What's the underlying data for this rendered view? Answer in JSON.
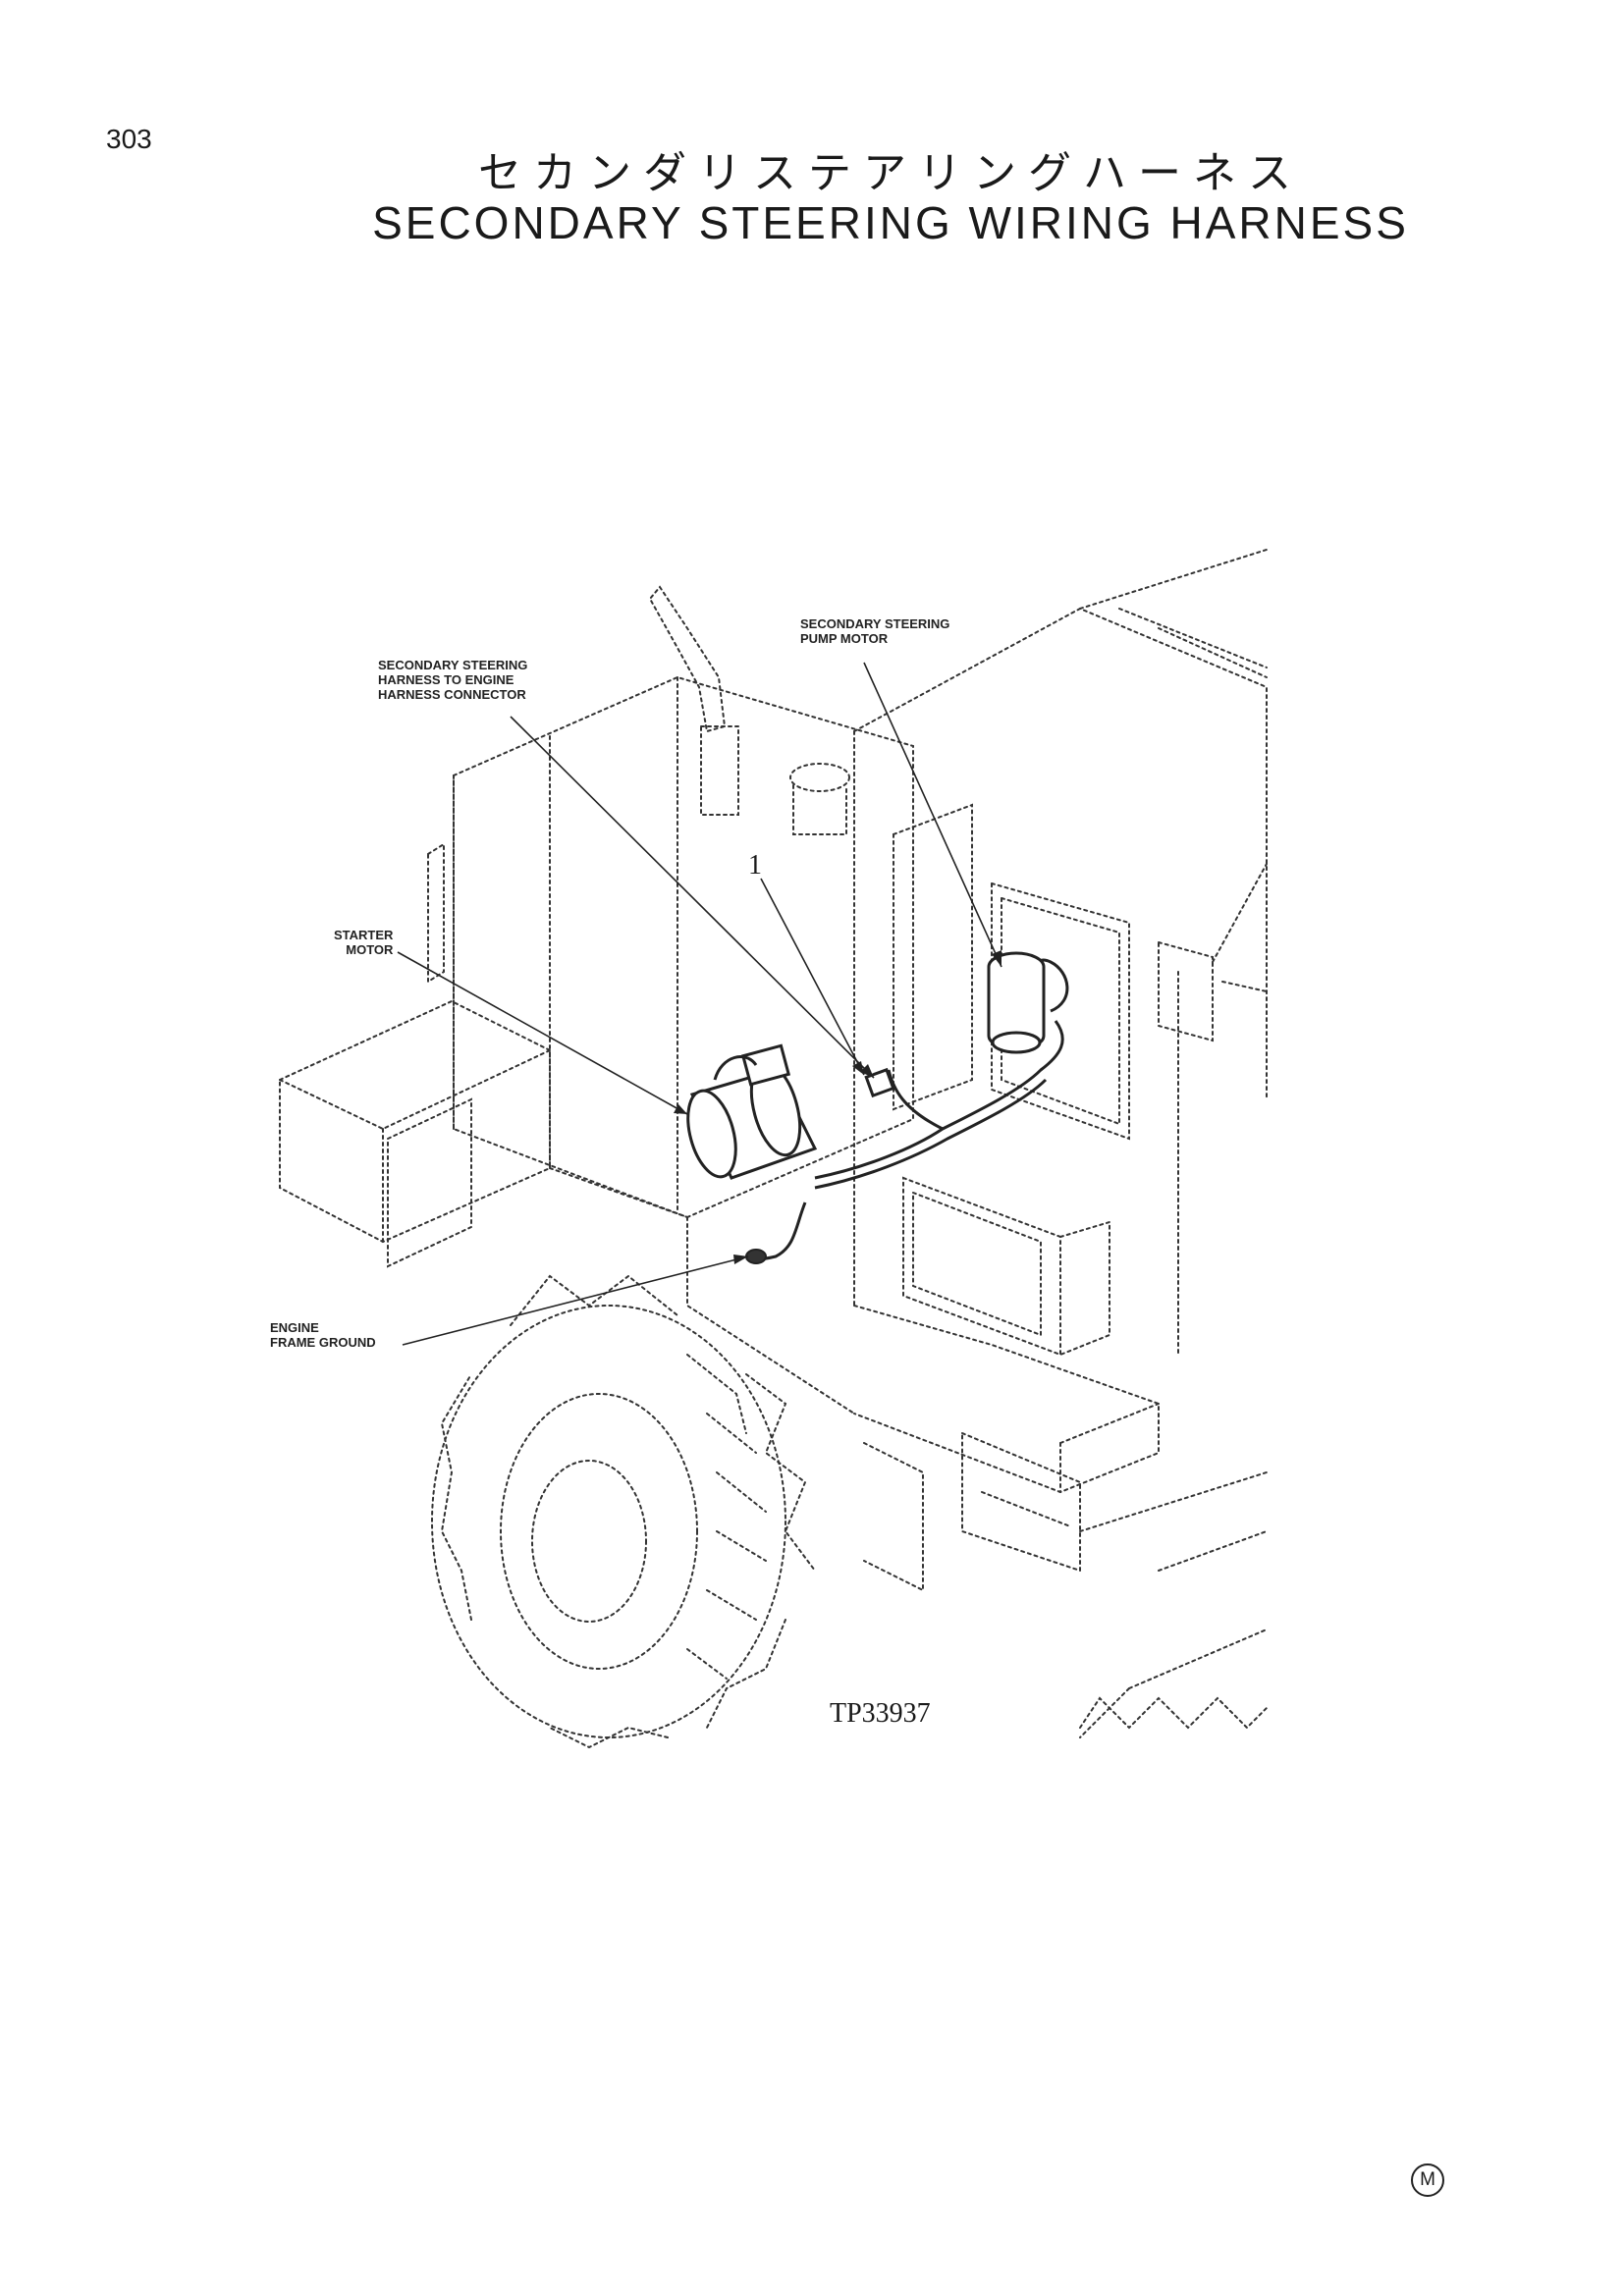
{
  "page": {
    "number": "303",
    "title_jp": "セカンダリステアリングハーネス",
    "title_en": "SECONDARY STEERING WIRING HARNESS"
  },
  "diagram": {
    "callouts": {
      "harness_connector": "SECONDARY STEERING\nHARNESS TO ENGINE\nHARNESS CONNECTOR",
      "pump_motor": "SECONDARY STEERING\nPUMP MOTOR",
      "starter_motor": "STARTER\nMOTOR",
      "frame_ground": "ENGINE\nFRAME GROUND"
    },
    "item_number": "1",
    "figure_code": "TP33937",
    "mark": "M"
  }
}
